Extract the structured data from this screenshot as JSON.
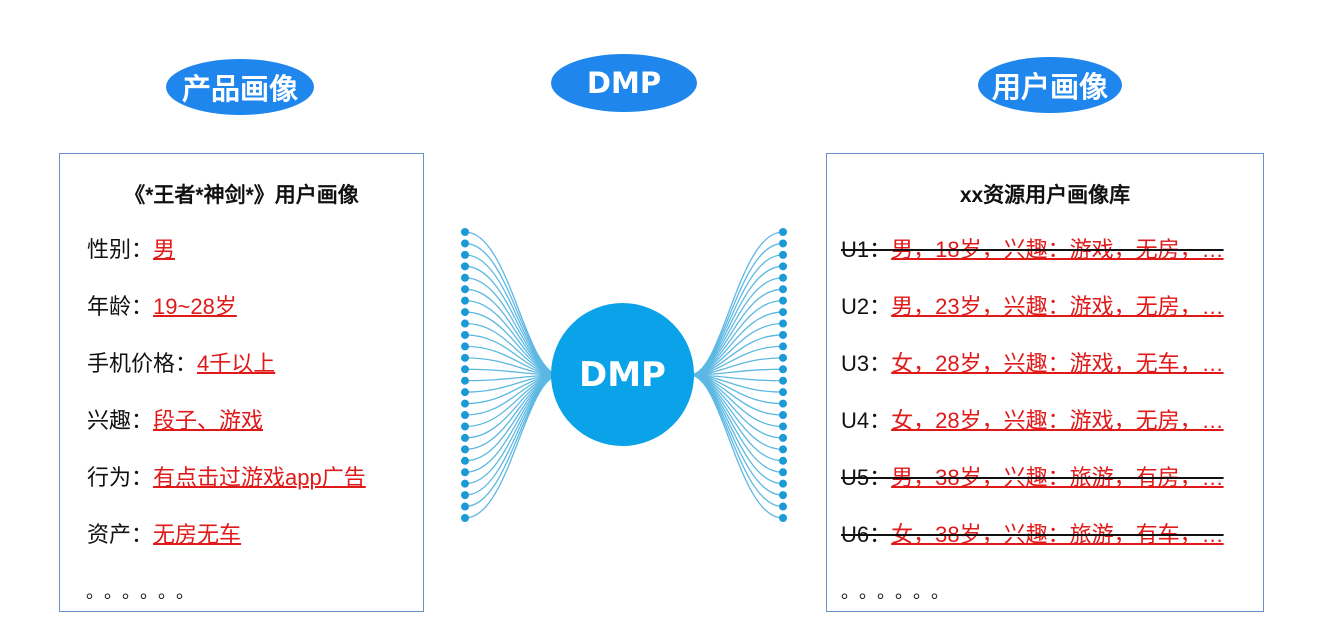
{
  "headers": {
    "product": "产品画像",
    "dmp": "DMP",
    "user": "用户画像"
  },
  "left_card": {
    "title": "《*王者*神剑*》用户画像",
    "rows": [
      {
        "label": "性别：",
        "value": "男"
      },
      {
        "label": "年龄：",
        "value": "19~28岁"
      },
      {
        "label": "手机价格：",
        "value": "4千以上"
      },
      {
        "label": "兴趣：",
        "value": "段子、游戏"
      },
      {
        "label": "行为：",
        "value": "有点击过游戏app广告"
      },
      {
        "label": "资产：",
        "value": "无房无车"
      }
    ],
    "ellipsis": "。。。。。。"
  },
  "hub": {
    "label": "DMP"
  },
  "right_card": {
    "title": "xx资源用户画像库",
    "users": [
      {
        "id": "U1：",
        "value": "男，18岁，兴趣：游戏，无房，…",
        "struck": true
      },
      {
        "id": "U2：",
        "value": "男，23岁，兴趣：游戏，无房，…",
        "struck": false
      },
      {
        "id": "U3：",
        "value": "女，28岁，兴趣：游戏，无车，…",
        "struck": false
      },
      {
        "id": "U4：",
        "value": "女，28岁，兴趣：游戏，无房，…",
        "struck": false
      },
      {
        "id": "U5：",
        "value": "男，38岁，兴趣：旅游，有房，…",
        "struck": true
      },
      {
        "id": "U6：",
        "value": "女，38岁，兴趣：旅游，有车，…",
        "struck": true
      }
    ],
    "ellipsis": "。。。。。。"
  },
  "colors": {
    "pill_blue": "#1f86ee",
    "hub_blue": "#0aa2e8",
    "value_red": "#e01919",
    "card_border": "#6a90c8"
  }
}
